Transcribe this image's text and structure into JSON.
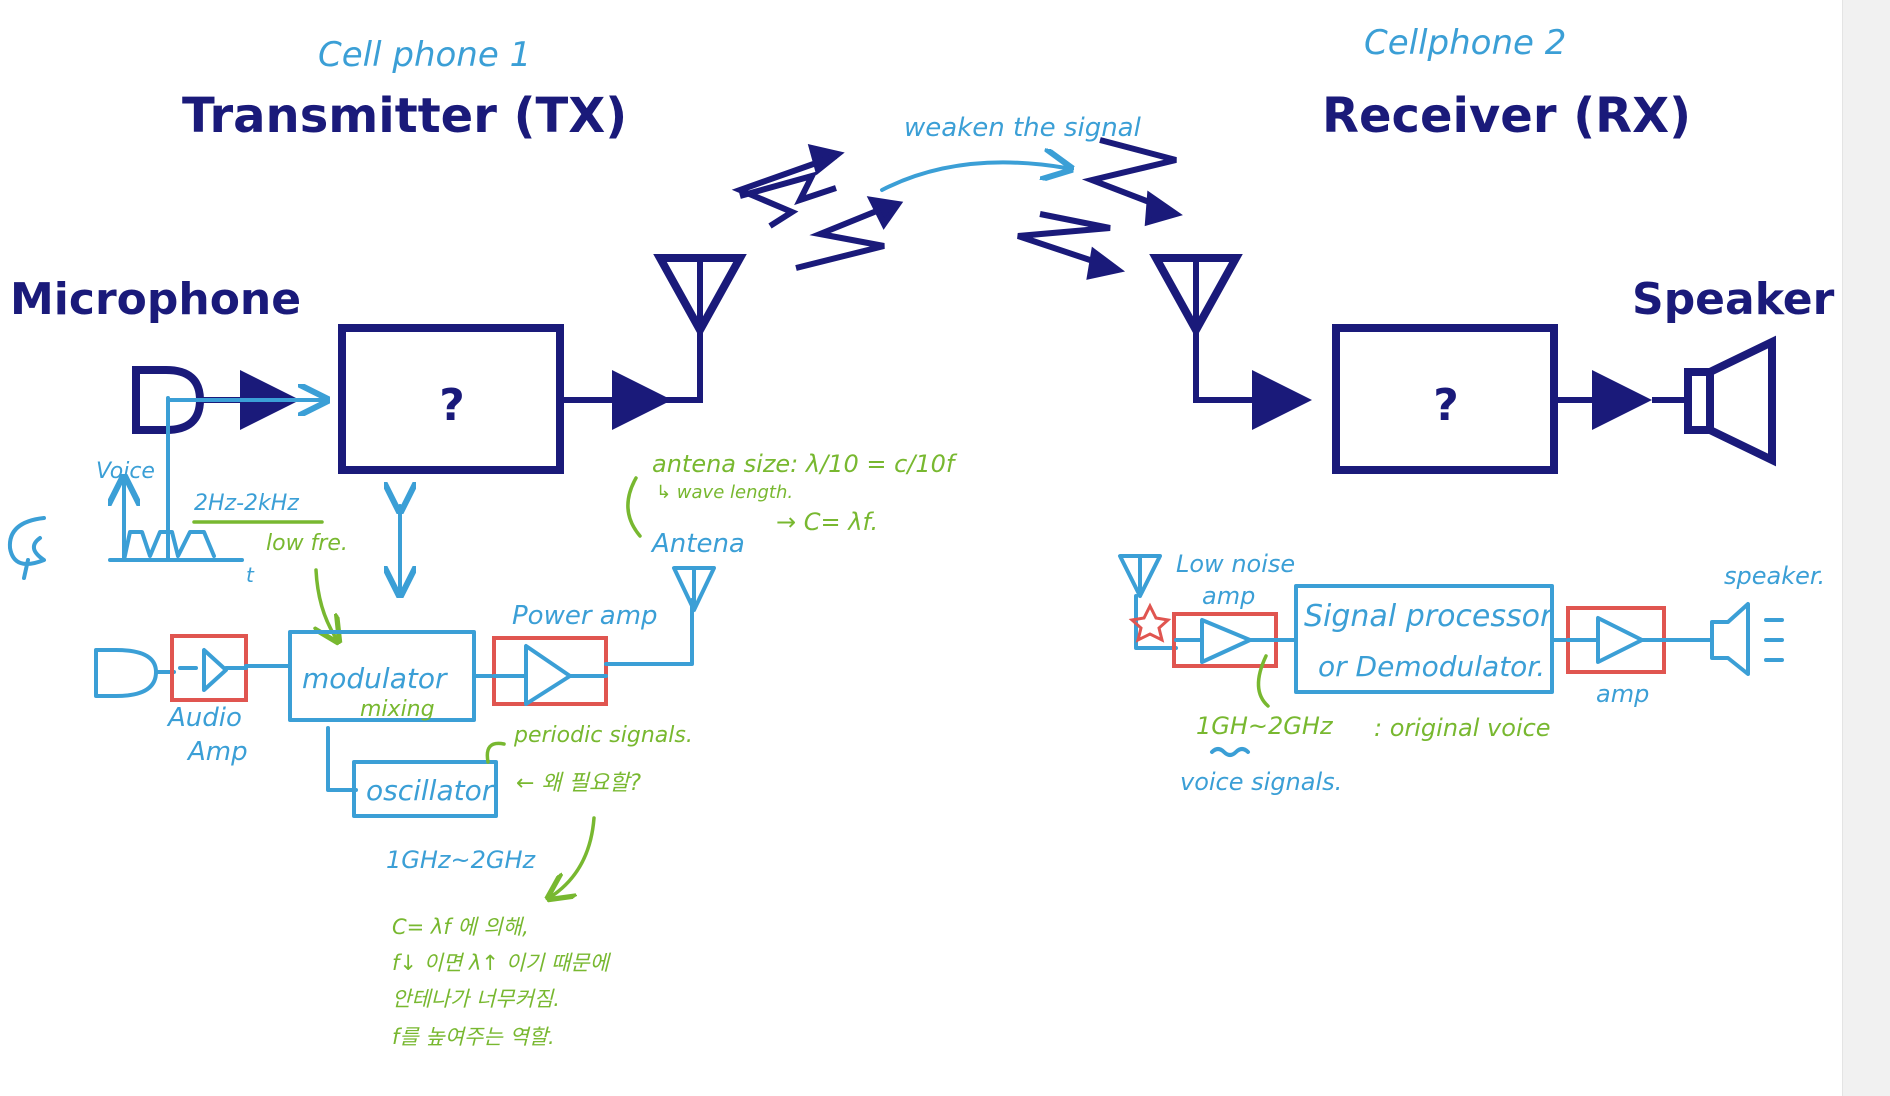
{
  "tx": {
    "handwritten_header": "Cell phone 1",
    "title": "Transmitter (TX)",
    "input_label": "Microphone",
    "block_symbol": "?"
  },
  "rx": {
    "handwritten_header": "Cellphone 2",
    "title": "Receiver (RX)",
    "output_label": "Speaker",
    "block_symbol": "?"
  },
  "channel": {
    "note": "weaken the signal"
  },
  "tx_notes": {
    "voice": "Voice",
    "band": "2Hz-2kHz",
    "low_freq": "low fre.",
    "t_axis": "t",
    "audio_amp_line1": "Audio",
    "audio_amp_line2": "Amp",
    "modulator_line1": "modulator",
    "modulator_line2": "mixing",
    "power_amp": "Power amp",
    "antenna": "Antena",
    "antenna_size_line1": "antena size: λ/10 = c/10f",
    "antenna_size_line2": "↳ wave length.",
    "antenna_size_line3": "→ C= λf.",
    "oscillator": "oscillator",
    "periodic": "periodic signals.",
    "why": "← 왜 필요할?",
    "osc_band": "1GHz~2GHz",
    "explain_1": "C= λf 에 의해,",
    "explain_2": "f↓ 이면 λ↑ 이기 때문에",
    "explain_3": "안테나가 너무커짐.",
    "explain_4": "f를 높여주는 역할."
  },
  "rx_notes": {
    "lna_line1": "Low noise",
    "lna_line2": "amp",
    "lna_band": "1GH~2GHz",
    "lna_sub": "voice signals.",
    "processor_line1": "Signal processor",
    "processor_line2": "or Demodulator.",
    "original": ": original voice",
    "amp": "amp",
    "speaker": "speaker."
  },
  "colors": {
    "printed_diagram": "#1a1a7a",
    "handwriting_blue": "#3b9fd6",
    "handwriting_green": "#78b830",
    "handwriting_red": "#e05550"
  }
}
